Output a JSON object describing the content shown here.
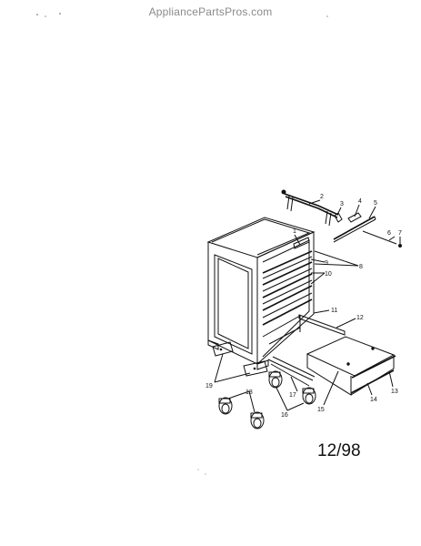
{
  "watermark": "AppliancePartsPros.com",
  "date_code": "12/98",
  "callouts": [
    "1",
    "2",
    "3",
    "4",
    "5",
    "6",
    "7",
    "8",
    "9",
    "10",
    "11",
    "12",
    "13",
    "14",
    "15",
    "16",
    "17",
    "18",
    "19"
  ],
  "icons": [
    "tool-chest-cabinet",
    "handle-bar",
    "drawer",
    "caster-wheel",
    "mounting-plate",
    "drawer-slide",
    "liner-strip"
  ]
}
